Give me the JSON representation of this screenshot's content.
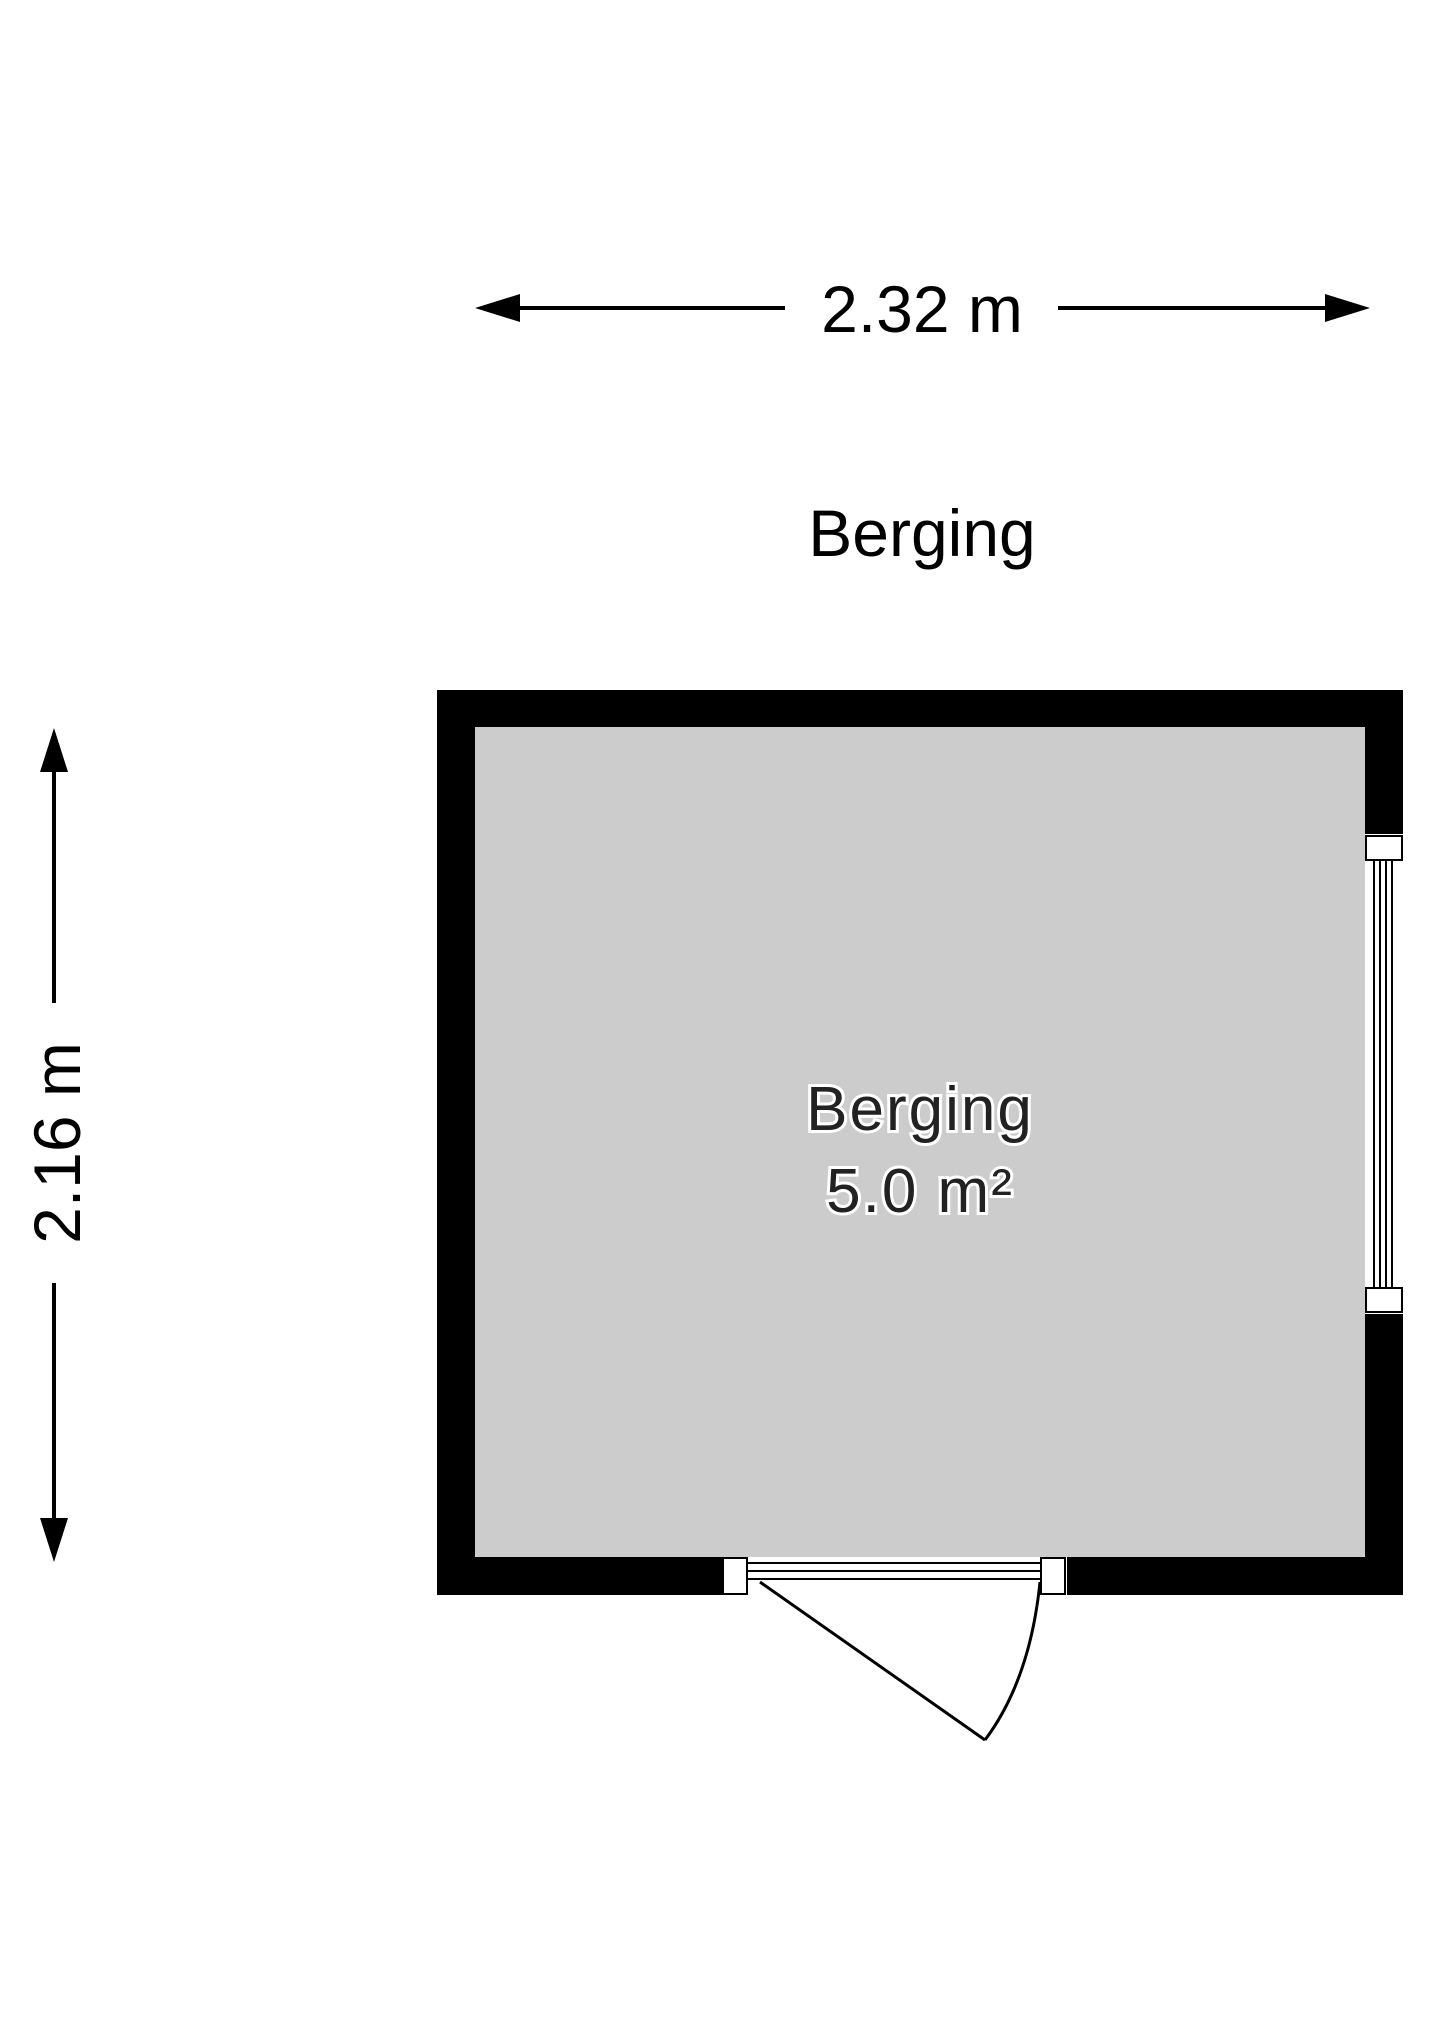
{
  "plan": {
    "title": "Berging",
    "width_dimension": "2.32 m",
    "height_dimension": "2.16 m",
    "room": {
      "name": "Berging",
      "area": "5.0 m²"
    }
  },
  "colors": {
    "wall": "#000000",
    "floor": "#cccccc",
    "line": "#000000",
    "background": "#ffffff"
  }
}
